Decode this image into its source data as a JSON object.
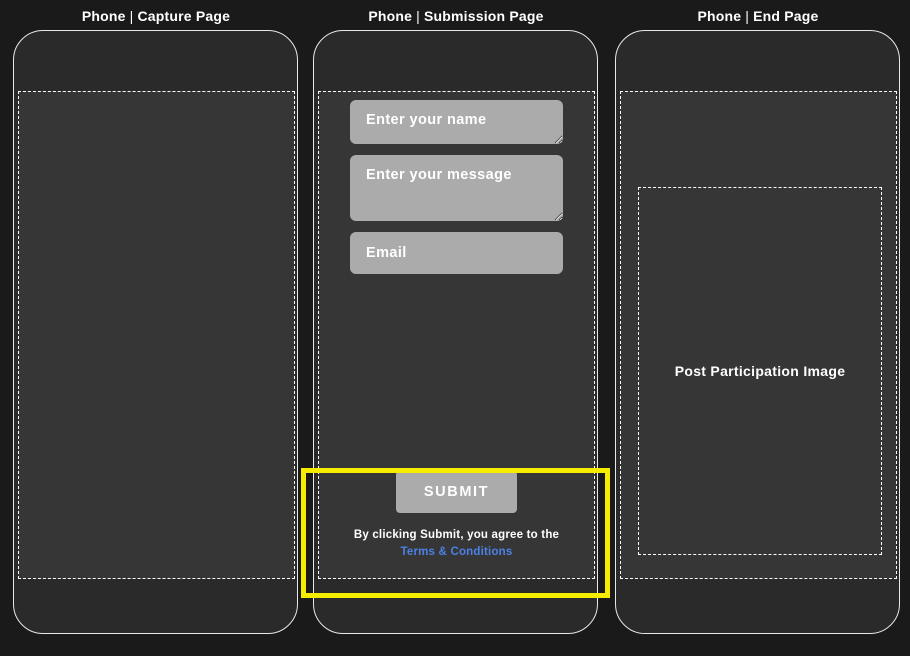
{
  "theme": {
    "page_background": "#1a1a1a",
    "phone_body": "#2b2a2a",
    "content_region": "#363636",
    "field_background": "#ababab",
    "highlight_color": "#f5ec00",
    "link_color": "#4d80e4",
    "text_color": "#ffffff"
  },
  "phones": [
    {
      "device_label": "Phone",
      "separator": "|",
      "page_label": "Capture Page",
      "content": {
        "type": "empty"
      }
    },
    {
      "device_label": "Phone",
      "separator": "|",
      "page_label": "Submission Page",
      "content": {
        "type": "form",
        "fields": [
          {
            "name": "name-field",
            "control": "textarea",
            "placeholder": "Enter your name",
            "value": ""
          },
          {
            "name": "message-field",
            "control": "textarea",
            "placeholder": "Enter your message",
            "value": ""
          },
          {
            "name": "email-field",
            "control": "input",
            "placeholder": "Email",
            "value": ""
          }
        ],
        "submit_label": "SUBMIT",
        "disclaimer_prefix": "By clicking Submit, you agree to the ",
        "terms_link_label": "Terms & Conditions"
      }
    },
    {
      "device_label": "Phone",
      "separator": "|",
      "page_label": "End Page",
      "content": {
        "type": "image-placeholder",
        "placeholder_label": "Post Participation Image"
      }
    }
  ]
}
